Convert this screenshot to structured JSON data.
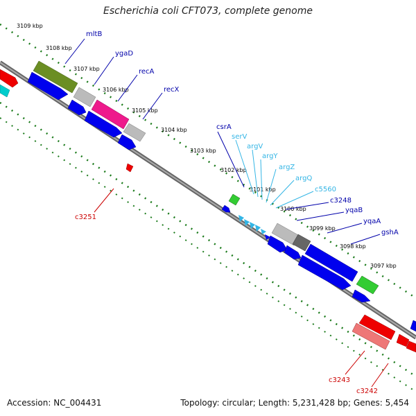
{
  "title": "Escherichia coli CFT073, complete genome",
  "footer": {
    "accession": "Accession: NC_004431",
    "summary": "Topology: circular; Length: 5,231,428 bp; Genes: 5,454"
  },
  "scale_ticks": [
    {
      "label": "3109 kbp"
    },
    {
      "label": "3108 kbp"
    },
    {
      "label": "3107 kbp"
    },
    {
      "label": "3106 kbp"
    },
    {
      "label": "3105 kbp"
    },
    {
      "label": "3104 kbp"
    },
    {
      "label": "3103 kbp"
    },
    {
      "label": "3102 kbp"
    },
    {
      "label": "3101 kbp"
    },
    {
      "label": "3100 kbp"
    },
    {
      "label": "3099 kbp"
    },
    {
      "label": "3098 kbp"
    },
    {
      "label": "3097 kbp"
    }
  ],
  "gene_labels": [
    {
      "text": "mltB",
      "color": "#0000aa"
    },
    {
      "text": "ygaD",
      "color": "#0000aa"
    },
    {
      "text": "recA",
      "color": "#0000aa"
    },
    {
      "text": "recX",
      "color": "#0000aa"
    },
    {
      "text": "csrA",
      "color": "#0000aa"
    },
    {
      "text": "serV",
      "color": "#33b5e5"
    },
    {
      "text": "argV",
      "color": "#33b5e5"
    },
    {
      "text": "argY",
      "color": "#33b5e5"
    },
    {
      "text": "argZ",
      "color": "#33b5e5"
    },
    {
      "text": "argQ",
      "color": "#33b5e5"
    },
    {
      "text": "c5560",
      "color": "#33b5e5"
    },
    {
      "text": "c3248",
      "color": "#0000aa"
    },
    {
      "text": "yqaB",
      "color": "#0000aa"
    },
    {
      "text": "yqaA",
      "color": "#0000aa"
    },
    {
      "text": "gshA",
      "color": "#0000aa"
    },
    {
      "text": "c3251",
      "color": "#cc0000"
    },
    {
      "text": "c3243",
      "color": "#cc0000"
    },
    {
      "text": "c3242",
      "color": "#cc0000"
    }
  ],
  "colors": {
    "backbone": "#808080",
    "scale_dots": "#1a7a1a",
    "cds_forward": "#0000ee",
    "cds_reverse": "#ee0000",
    "trna": "#33b5e5",
    "grey_feature": "#bbbbbb",
    "olive_feature": "#6b8e23",
    "magenta_feature": "#ee1a8c",
    "green_feature": "#33cc33",
    "cyan_feature": "#00cccc"
  }
}
